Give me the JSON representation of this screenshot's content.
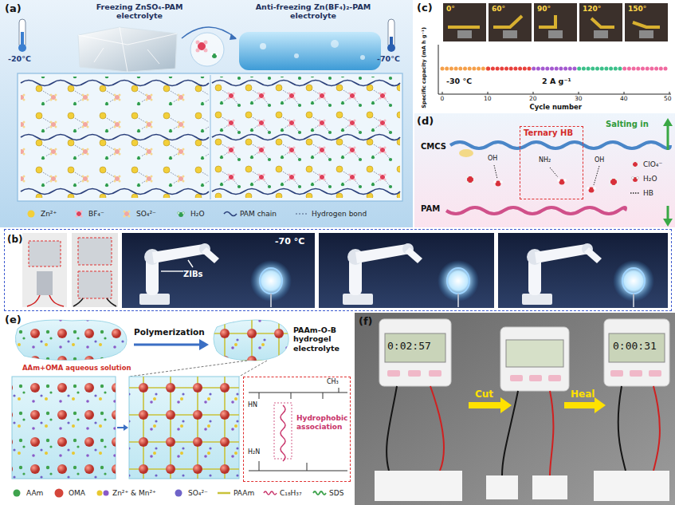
{
  "diagram": {
    "nodes": [
      {
        "text": [
          "(b)"
        ]
      },
      {
        "text": [
          "Ternary HB"
        ]
      },
      {
        "text": [
          "Hydrophobic association"
        ]
      }
    ],
    "labels": [
      "(a)",
      "Freezing ZnSO₄-PAM electrolyte",
      "Anti-freezing Zn(BF₄)₂-PAM electrolyte",
      "-20°C",
      "-70°C",
      "-70 °C",
      "ZIBs",
      "(c)",
      "0°",
      "60°",
      "90°",
      "120°",
      "150°",
      "-30 °C",
      "2 A g⁻¹",
      "Specific capacity (mA h g⁻¹)",
      "Cycle number",
      "0",
      "10",
      "20",
      "30",
      "40",
      "50",
      "(d)",
      "CMCS",
      "PAM",
      "Salting in",
      "NH₂",
      "OH",
      "OH",
      "(e)",
      "Polymerization",
      "PAAm-O-B hydrogel electrolyte",
      "AAm+OMA aqueous solution",
      "(f)",
      "0:02:57",
      "0:00:31",
      "Cut",
      "Heal",
      "HN",
      "H₂N",
      "CH₃"
    ],
    "legend": [
      {
        "text": "Zn²⁺",
        "color": "#f2cf3a"
      },
      {
        "text": "BF₄⁻"
      },
      {
        "text": "SO₄²⁻"
      },
      {
        "text": "H₂O"
      },
      {
        "text": "PAM chain"
      },
      {
        "text": "Hydrogen bond"
      },
      {
        "text": "ClO₄⁻"
      },
      {
        "text": "H₂O"
      },
      {
        "text": "HB"
      },
      {
        "text": "AAm",
        "color": "#3fa34d"
      },
      {
        "text": "OMA",
        "color": "#d4453a"
      },
      {
        "text": "Zn²⁺ & Mn²⁺"
      },
      {
        "text": "SO₄²⁻",
        "color": "#6f63c8"
      },
      {
        "text": "PAAm"
      },
      {
        "text": "C₁₈H₃₇"
      },
      {
        "text": "SDS"
      }
    ]
  }
}
